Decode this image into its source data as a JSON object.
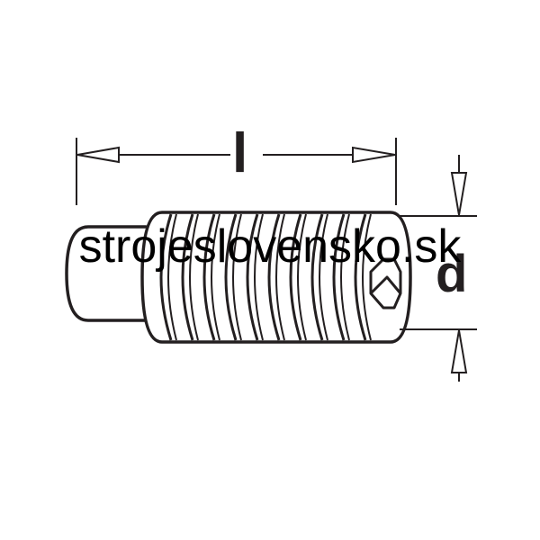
{
  "diagram": {
    "dimension_length_label": "l",
    "dimension_diameter_label": "d",
    "watermark": "strojeslovensko.sk",
    "line_color": "#231f20",
    "fill_color": "#ffffff"
  }
}
